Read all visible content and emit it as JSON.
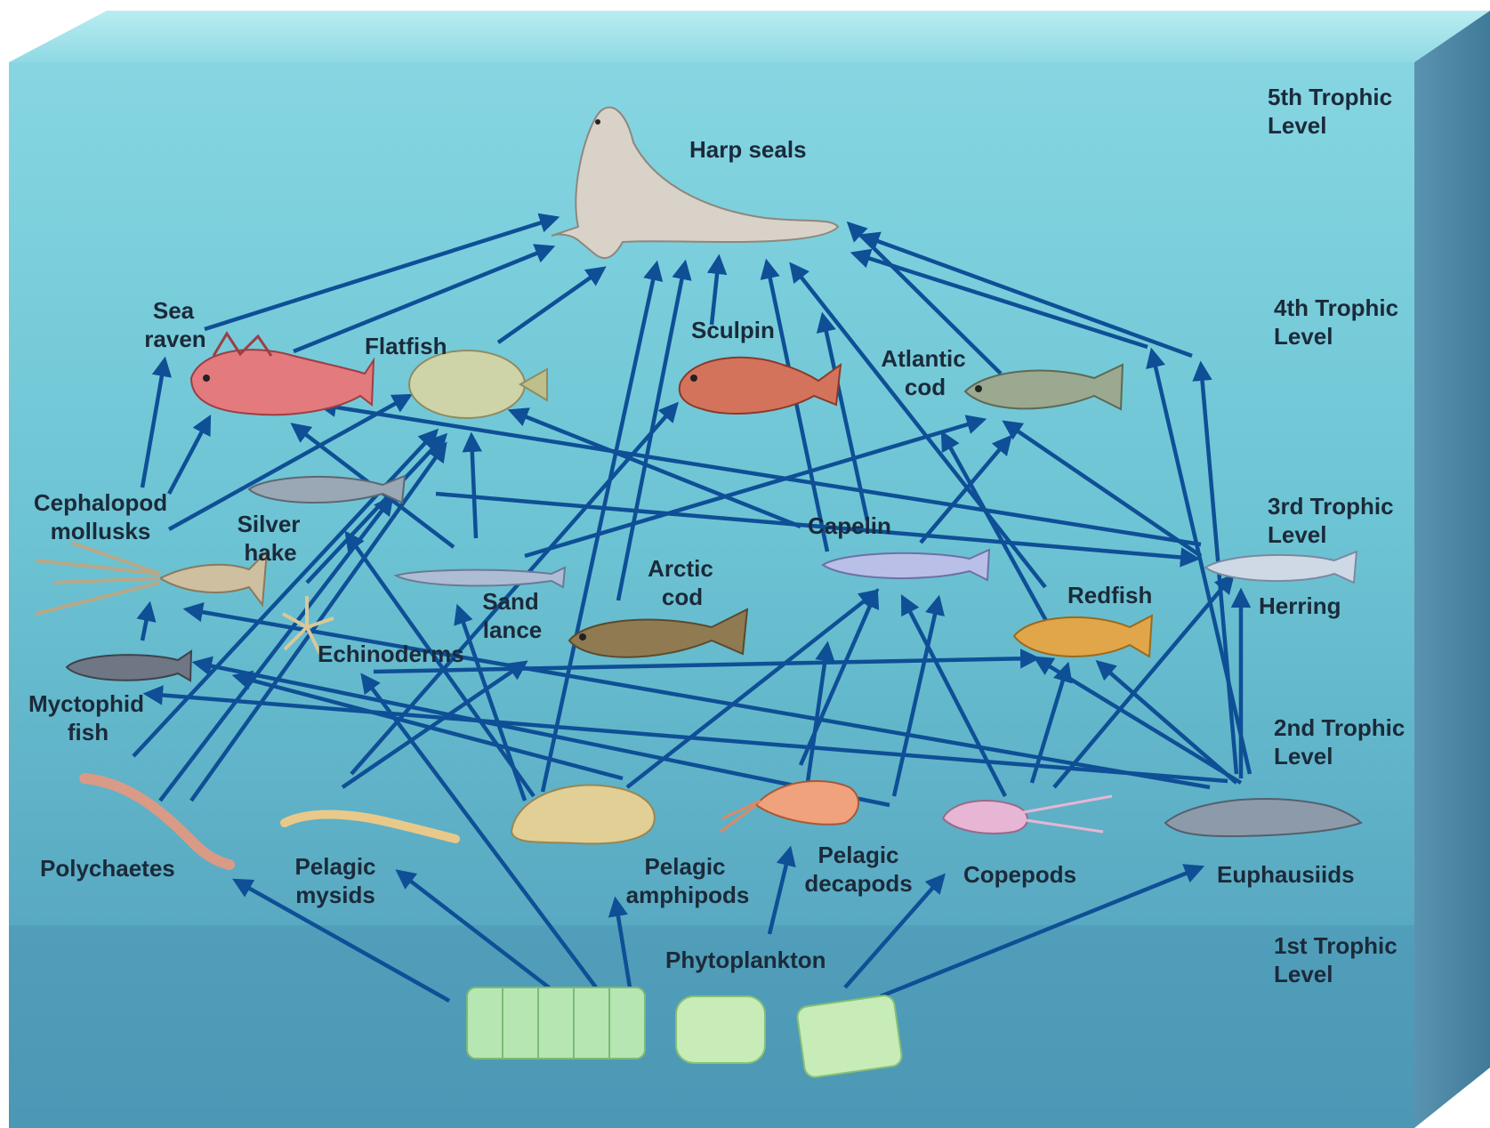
{
  "trophic_levels": [
    {
      "line1": "5th Trophic",
      "line2": "Level"
    },
    {
      "line1": "4th Trophic",
      "line2": "Level"
    },
    {
      "line1": "3rd Trophic",
      "line2": "Level"
    },
    {
      "line1": "2nd Trophic",
      "line2": "Level"
    },
    {
      "line1": "1st Trophic",
      "line2": "Level"
    }
  ],
  "organisms": {
    "harp_seals": [
      "Harp seals"
    ],
    "sea_raven": [
      "Sea",
      "raven"
    ],
    "flatfish": [
      "Flatfish"
    ],
    "sculpin": [
      "Sculpin"
    ],
    "atlantic_cod": [
      "Atlantic",
      "cod"
    ],
    "cephalopod": [
      "Cephalopod",
      "mollusks"
    ],
    "silver_hake": [
      "Silver",
      "hake"
    ],
    "capelin": [
      "Capelin"
    ],
    "sand_lance": [
      "Sand",
      "lance"
    ],
    "arctic_cod": [
      "Arctic",
      "cod"
    ],
    "redfish": [
      "Redfish"
    ],
    "herring": [
      "Herring"
    ],
    "echinoderms": [
      "Echinoderms"
    ],
    "myctophid": [
      "Myctophid",
      "fish"
    ],
    "polychaetes": [
      "Polychaetes"
    ],
    "pelagic_mysids": [
      "Pelagic",
      "mysids"
    ],
    "pelagic_amphipods": [
      "Pelagic",
      "amphipods"
    ],
    "pelagic_decapods": [
      "Pelagic",
      "decapods"
    ],
    "copepods": [
      "Copepods"
    ],
    "euphausiids": [
      "Euphausiids"
    ],
    "phytoplankton": [
      "Phytoplankton"
    ]
  },
  "colors": {
    "water_top": "#7fd3df",
    "water_bottom": "#4f9db9",
    "arrow": "#0e4f96",
    "label": "#1b2a3a"
  }
}
